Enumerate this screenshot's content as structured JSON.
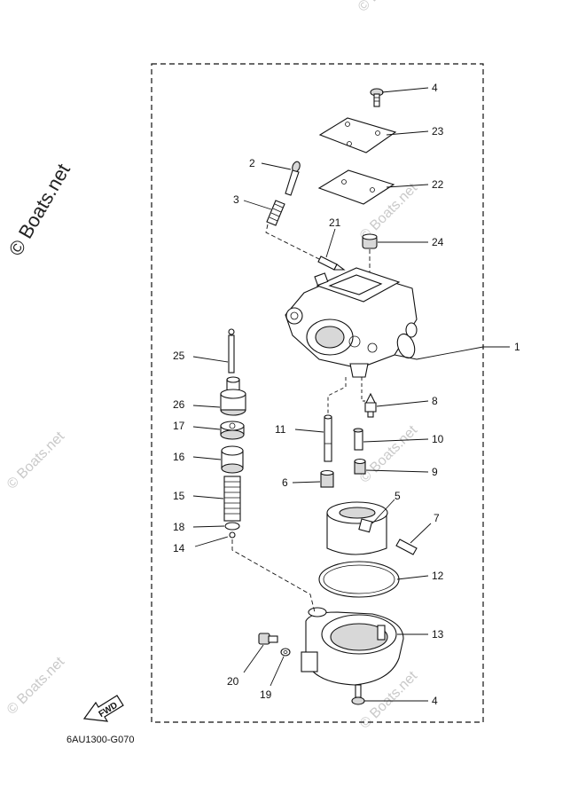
{
  "watermarks": {
    "main": "© Boats.net",
    "faint": "© Boats.net"
  },
  "diagram_code": "6AU1300-G070",
  "fwd_label": "FWD",
  "callouts": {
    "c1": "1",
    "c2": "2",
    "c3": "3",
    "c4a": "4",
    "c4b": "4",
    "c5": "5",
    "c6": "6",
    "c7": "7",
    "c8": "8",
    "c9": "9",
    "c10": "10",
    "c11": "11",
    "c12": "12",
    "c13": "13",
    "c14": "14",
    "c15": "15",
    "c16": "16",
    "c17": "17",
    "c18": "18",
    "c19": "19",
    "c20": "20",
    "c21": "21",
    "c22": "22",
    "c23": "23",
    "c24": "24",
    "c25": "25",
    "c26": "26"
  }
}
